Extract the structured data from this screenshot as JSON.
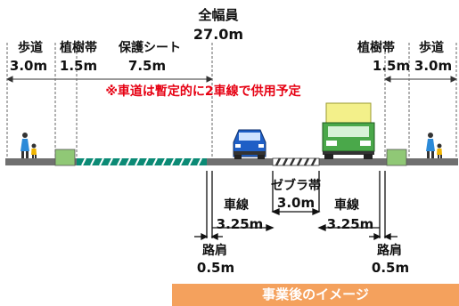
{
  "total": {
    "title": "全幅員",
    "value": "27.0m"
  },
  "top_segments": [
    {
      "label": "歩道",
      "value": "3.0m"
    },
    {
      "label": "植樹帯",
      "value": "1.5m"
    },
    {
      "label": "保護シート",
      "value": "7.5m"
    },
    {
      "label": "植樹帯",
      "value": "1.5m"
    },
    {
      "label": "歩道",
      "value": "3.0m"
    }
  ],
  "note": "※車道は暫定的に2車線で供用予定",
  "lower": {
    "zebra": {
      "label": "ゼブラ帯",
      "value": "3.0m"
    },
    "lane_left": {
      "label": "車線",
      "value": "3.25m"
    },
    "lane_right": {
      "label": "車線",
      "value": "3.25m"
    },
    "shoulder_left": {
      "label": "路肩",
      "value": "0.5m"
    },
    "shoulder_right": {
      "label": "路肩",
      "value": "0.5m"
    }
  },
  "caption": "事業後のイメージ",
  "colors": {
    "road": "#707070",
    "planting": "#90c876",
    "protection_sheet": "#0b8a75",
    "note": "#e60012",
    "banner": "#f4a15d",
    "car": "#1f5fc6",
    "truck": "#4aa84a"
  }
}
